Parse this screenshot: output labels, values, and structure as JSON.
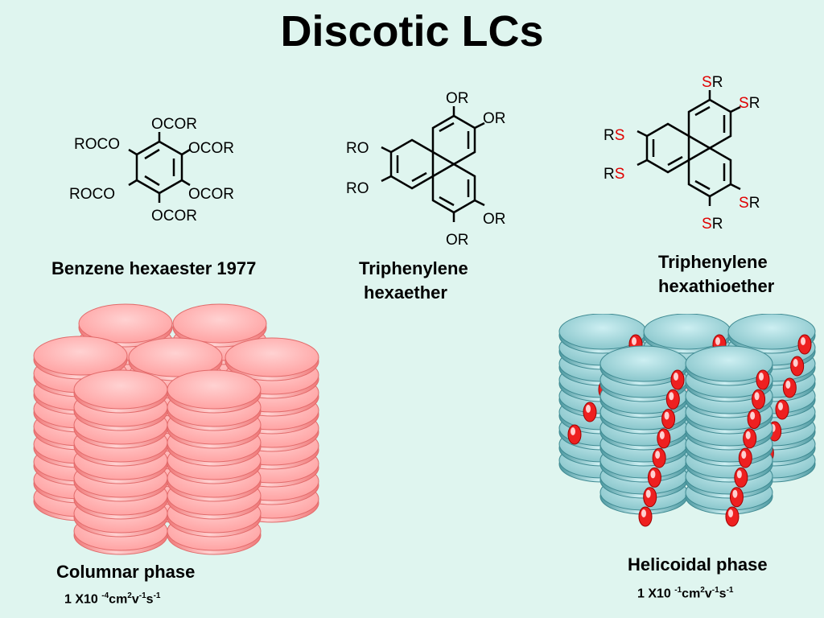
{
  "slide": {
    "title": "Discotic LCs"
  },
  "molecules": {
    "benzene": {
      "name": "Benzene hexaester 1977",
      "groups": {
        "top": "OCOR",
        "top_right": "OCOR",
        "bottom_right": "OCOR",
        "bottom": "OCOR",
        "top_left": "ROCO",
        "bottom_left": "ROCO"
      }
    },
    "ether": {
      "name_line1": "Triphenylene",
      "name_line2": "hexaether",
      "groups": {
        "g1": "OR",
        "g2": "OR",
        "g3": "OR",
        "g4": "OR",
        "g5": "RO",
        "g6": "RO"
      }
    },
    "thioether": {
      "name_line1": "Triphenylene",
      "name_line2": "hexathioether",
      "atom_s": "S",
      "atom_r": "R",
      "s_color": "#e00000"
    }
  },
  "phases": {
    "columnar": {
      "label": "Columnar phase",
      "mobility": {
        "prefix": "1 X10 ",
        "exp1": "-4",
        "unit1": "cm",
        "exp2": "2",
        "unit2": "v",
        "exp3": "-1",
        "unit3": "s",
        "exp4": "-1"
      },
      "color": "#ff9c9c"
    },
    "helicoidal": {
      "label": "Helicoidal phase",
      "mobility": {
        "prefix": "1 X10 ",
        "exp1": "-1",
        "unit1": "cm",
        "exp2": "2",
        "unit2": "v",
        "exp3": "-1",
        "unit3": "s",
        "exp4": "-1"
      },
      "color": "#6fb6bd",
      "bead_color": "#ee2020"
    }
  }
}
